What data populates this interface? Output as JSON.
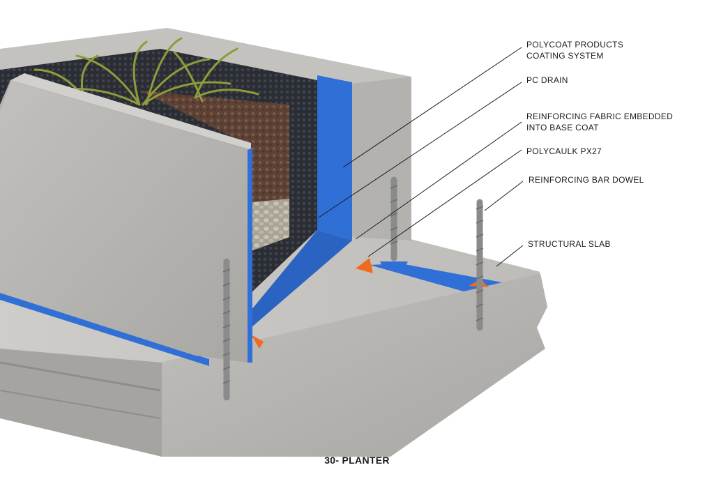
{
  "colors": {
    "concrete": "#b7b5b1",
    "concrete_dark": "#8d8b87",
    "membrane_blue": "#2f6fd6",
    "polycaulk_orange": "#f06a1e",
    "drain_mesh": "#2a2d33",
    "soil": "#6b4a3c",
    "gravel": "#b8b2a4",
    "plants": "#8f9c3a",
    "leader": "#1a1a1a"
  },
  "callouts": [
    {
      "name": "polycoat-coating-system",
      "lines": [
        "POLYCOAT PRODUCTS",
        "COATING SYSTEM"
      ]
    },
    {
      "name": "pc-drain",
      "lines": [
        "PC DRAIN"
      ]
    },
    {
      "name": "reinforcing-fabric",
      "lines": [
        "REINFORCING FABRIC EMBEDDED",
        "INTO BASE COAT"
      ]
    },
    {
      "name": "polycaulk-px27",
      "lines": [
        "POLYCAULK PX27"
      ]
    },
    {
      "name": "reinforcing-bar-dowel",
      "lines": [
        "REINFORCING BAR DOWEL"
      ]
    },
    {
      "name": "structural-slab",
      "lines": [
        "STRUCTURAL SLAB"
      ]
    }
  ],
  "caption": "30- PLANTER"
}
